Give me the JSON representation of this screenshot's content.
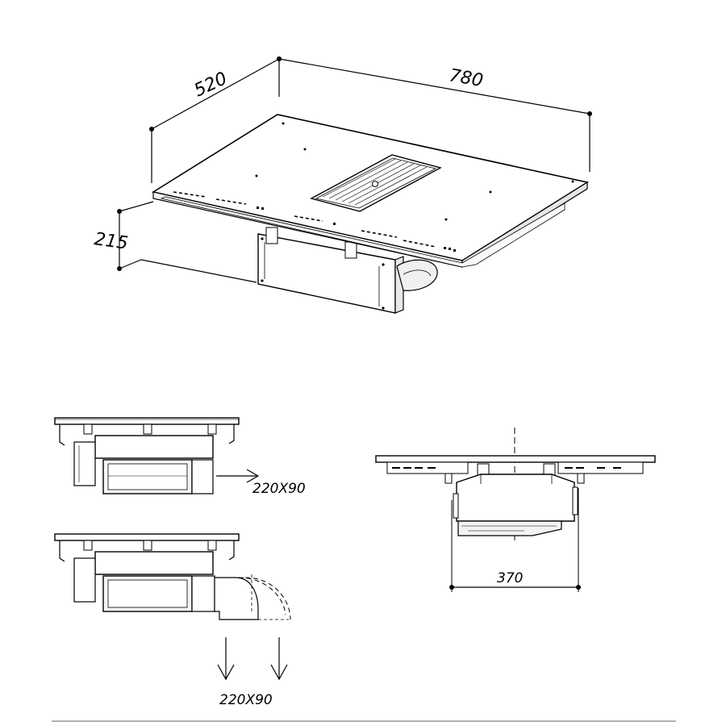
{
  "dimensions": {
    "width": "780",
    "depth": "520",
    "height": "215",
    "unit_width": "370"
  },
  "duct": {
    "rear_label": "220X90",
    "down_label": "220X90"
  },
  "colors": {
    "line": "#000000",
    "panel": "#f4f4f4",
    "background": "#ffffff"
  }
}
